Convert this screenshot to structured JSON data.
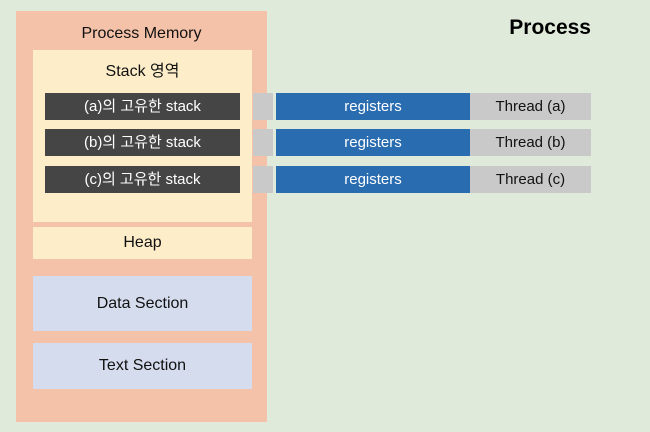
{
  "diagram": {
    "background_color": "#dfeada",
    "right_heading": "Process",
    "process_memory": {
      "title": "Process Memory",
      "fill_color": "#f4c2a8",
      "stack_region": {
        "title": "Stack 영역",
        "fill_color": "#fdeec9",
        "thread_stacks": [
          {
            "label": "(a)의 고유한 stack"
          },
          {
            "label": "(b)의 고유한 stack"
          },
          {
            "label": "(c)의 고유한 stack"
          }
        ],
        "stack_bar_color": "#454545"
      },
      "heap": {
        "label": "Heap",
        "fill_color": "#fdeec9"
      },
      "sections": [
        {
          "label": "Data Section",
          "fill_color": "#d5dcee"
        },
        {
          "label": "Text Section",
          "fill_color": "#d5dcee"
        }
      ]
    },
    "threads": [
      {
        "registers_label": "registers",
        "thread_label": "Thread (a)"
      },
      {
        "registers_label": "registers",
        "thread_label": "Thread (b)"
      },
      {
        "registers_label": "registers",
        "thread_label": "Thread (c)"
      }
    ],
    "registers_color": "#2a6cb0",
    "thread_label_color": "#c9c9c9"
  }
}
